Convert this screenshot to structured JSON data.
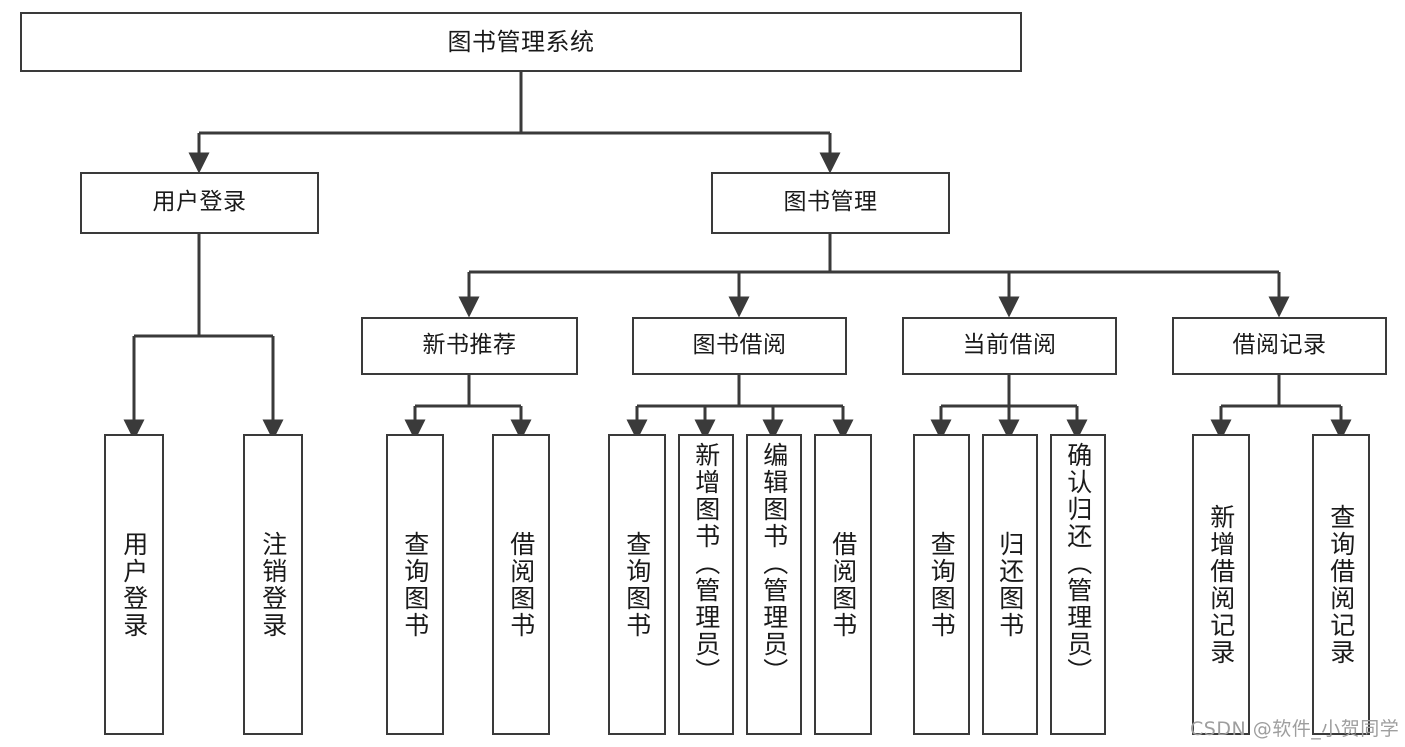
{
  "diagram": {
    "title": "图书管理系统",
    "type": "tree-hierarchy",
    "watermark": "CSDN @软件_小贺同学",
    "colors": {
      "stroke": "#3a3a3a",
      "background": "#ffffff",
      "text": "#1a1a1a",
      "watermark": "#9e9e9e"
    },
    "nodes": {
      "root": {
        "label": "图书管理系统"
      },
      "level2": [
        {
          "id": "user-login",
          "label": "用户登录"
        },
        {
          "id": "book-manage",
          "label": "图书管理"
        }
      ],
      "level3": [
        {
          "id": "new-book-rec",
          "label": "新书推荐"
        },
        {
          "id": "book-borrow",
          "label": "图书借阅"
        },
        {
          "id": "current-borrow",
          "label": "当前借阅"
        },
        {
          "id": "borrow-record",
          "label": "借阅记录"
        }
      ],
      "leaves": {
        "user_login": [
          {
            "id": "leaf-user-login",
            "label": "用户登录"
          },
          {
            "id": "leaf-logout-login",
            "label": "注销登录"
          }
        ],
        "new_book_rec": [
          {
            "id": "leaf-query-book-1",
            "label": "查询图书"
          },
          {
            "id": "leaf-borrow-book-1",
            "label": "借阅图书"
          }
        ],
        "book_borrow": [
          {
            "id": "leaf-query-book-2",
            "label": "查询图书"
          },
          {
            "id": "leaf-add-book",
            "label": "新增图书（管理员）"
          },
          {
            "id": "leaf-edit-book",
            "label": "编辑图书（管理员）"
          },
          {
            "id": "leaf-borrow-book-2",
            "label": "借阅图书"
          }
        ],
        "current_borrow": [
          {
            "id": "leaf-query-book-3",
            "label": "查询图书"
          },
          {
            "id": "leaf-return-book",
            "label": "归还图书"
          },
          {
            "id": "leaf-confirm-return",
            "label": "确认归还（管理员）"
          }
        ],
        "borrow_record": [
          {
            "id": "leaf-add-record",
            "label": "新增借阅记录"
          },
          {
            "id": "leaf-query-record",
            "label": "查询借阅记录"
          }
        ]
      }
    }
  }
}
